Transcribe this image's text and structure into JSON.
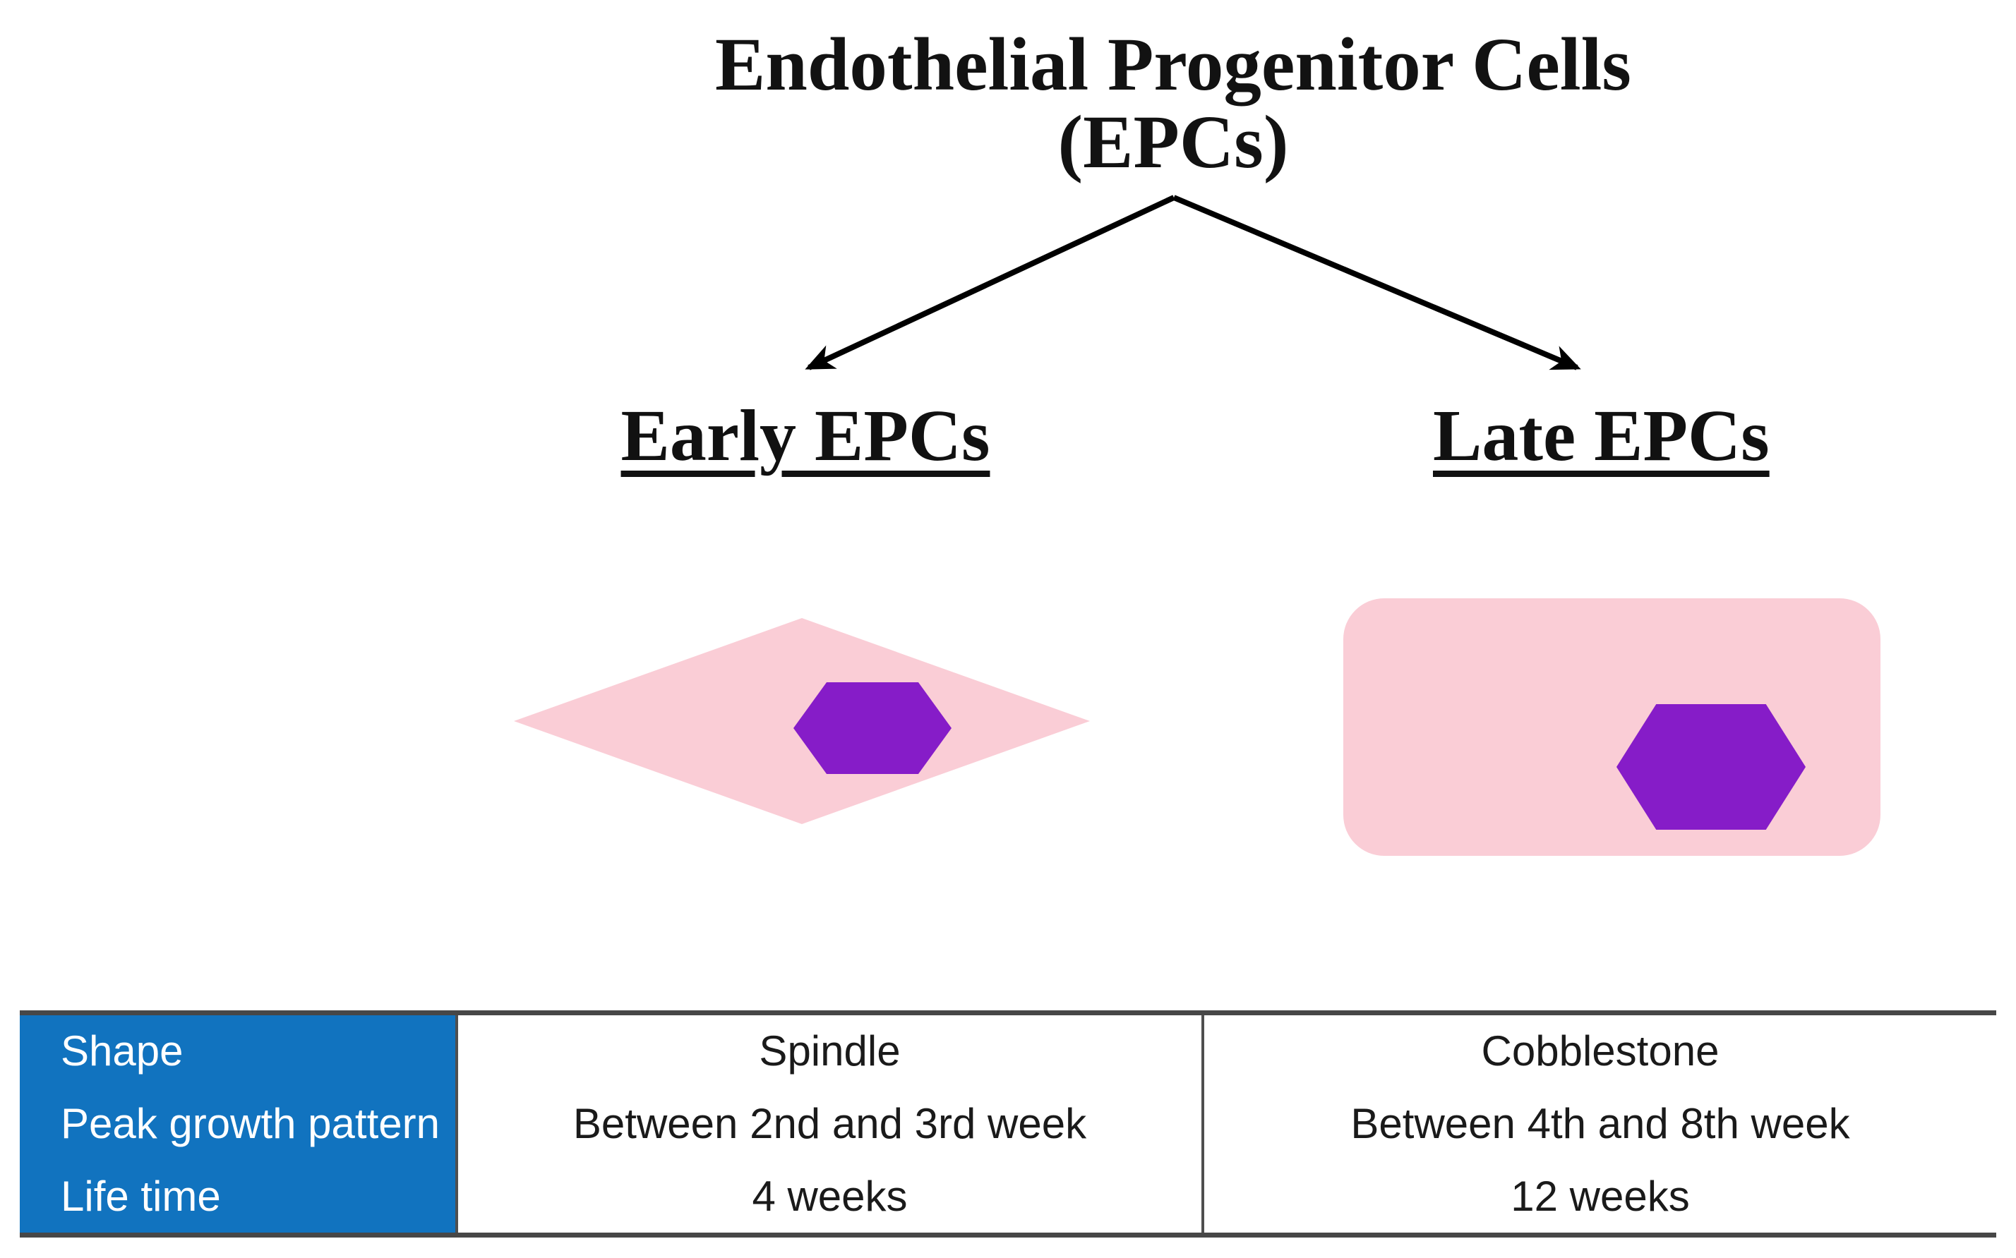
{
  "figure": {
    "title_line1": "Endothelial Progenitor Cells",
    "title_line2": "(EPCs)",
    "branch_left_label": "Early EPCs",
    "branch_right_label": "Late EPCs"
  },
  "cells": {
    "early": {
      "body_shape": "spindle-diamond",
      "nucleus_shape": "hexagon"
    },
    "late": {
      "body_shape": "cobblestone-rounded-rectangle",
      "nucleus_shape": "hexagon"
    }
  },
  "colors": {
    "cell_body_pink": "#FACDD6",
    "nucleus_purple": "#861CC8",
    "table_header_blue": "#1173BF",
    "table_border_gray": "#474747",
    "arrow_black": "#000000"
  },
  "table": {
    "row_headers": [
      "Shape",
      "Peak growth pattern",
      "Life time"
    ],
    "rows": [
      {
        "label": "Shape",
        "early": "Spindle",
        "late": "Cobblestone"
      },
      {
        "label": "Peak growth pattern",
        "early": "Between 2nd and 3rd week",
        "late": "Between 4th and 8th week"
      },
      {
        "label": "Life time",
        "early": "4 weeks",
        "late": "12 weeks"
      }
    ]
  }
}
